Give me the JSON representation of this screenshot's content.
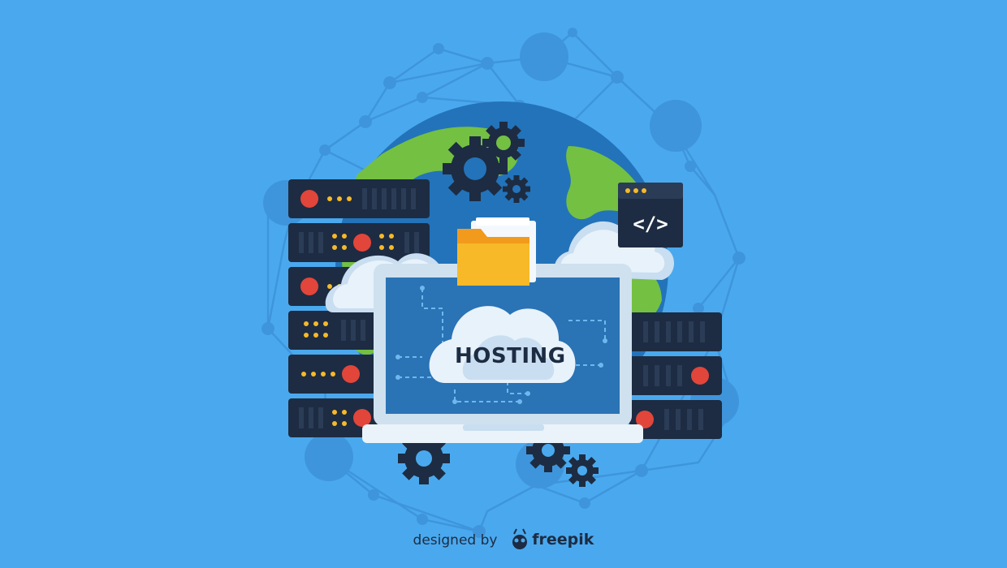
{
  "illustration": {
    "label": "HOSTING",
    "code_symbol": "</>",
    "credit_prefix": "designed by",
    "credit_brand": "freepik",
    "icons": [
      "server-rack-icon",
      "globe-icon",
      "gear-icon",
      "cloud-icon",
      "folder-icon",
      "code-window-icon",
      "laptop-icon",
      "freepik-logo-icon"
    ],
    "colors": {
      "background": "#4aa9ee",
      "network": "#3f95dc",
      "server": "#1d2c42",
      "server_light": "#2a3c56",
      "led_red": "#e2453a",
      "led_yellow": "#f7b928",
      "globe_ocean": "#2373ba",
      "globe_land": "#74c043",
      "cloud": "#e8f2fb",
      "cloud_shadow": "#c9def0",
      "screen": "#2a73b5",
      "laptop_frame": "#cfe1ef",
      "folder": "#f7b928",
      "folder_dark": "#f29a1c"
    }
  }
}
